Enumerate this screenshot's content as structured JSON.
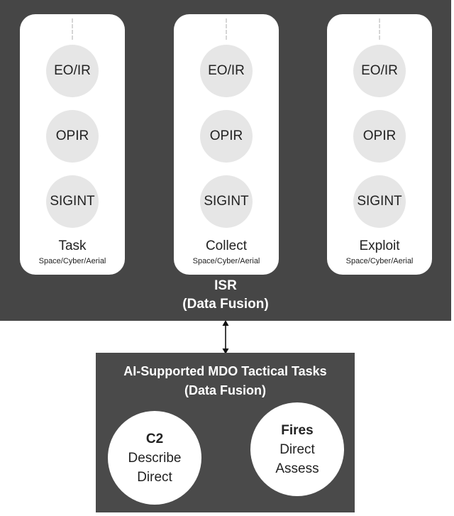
{
  "isr": {
    "title": "ISR",
    "subtitle": "(Data Fusion)",
    "pillars": [
      {
        "title": "Task",
        "subtitle": "Space/Cyber/Aerial",
        "sensors": [
          "EO/IR",
          "OPIR",
          "SIGINT"
        ]
      },
      {
        "title": "Collect",
        "subtitle": "Space/Cyber/Aerial",
        "sensors": [
          "EO/IR",
          "OPIR",
          "SIGINT"
        ]
      },
      {
        "title": "Exploit",
        "subtitle": "Space/Cyber/Aerial",
        "sensors": [
          "EO/IR",
          "OPIR",
          "SIGINT"
        ]
      }
    ]
  },
  "mdo": {
    "title": "AI-Supported MDO Tactical Tasks",
    "subtitle": "(Data Fusion)",
    "tasks": [
      {
        "heading": "C2",
        "lines": [
          "Describe",
          "Direct"
        ]
      },
      {
        "heading": "Fires",
        "lines": [
          "Direct",
          "Assess"
        ]
      }
    ]
  },
  "colors": {
    "panel": "#464646",
    "pillar": "#ffffff",
    "sensor": "#e6e6e6",
    "text": "#222222"
  }
}
